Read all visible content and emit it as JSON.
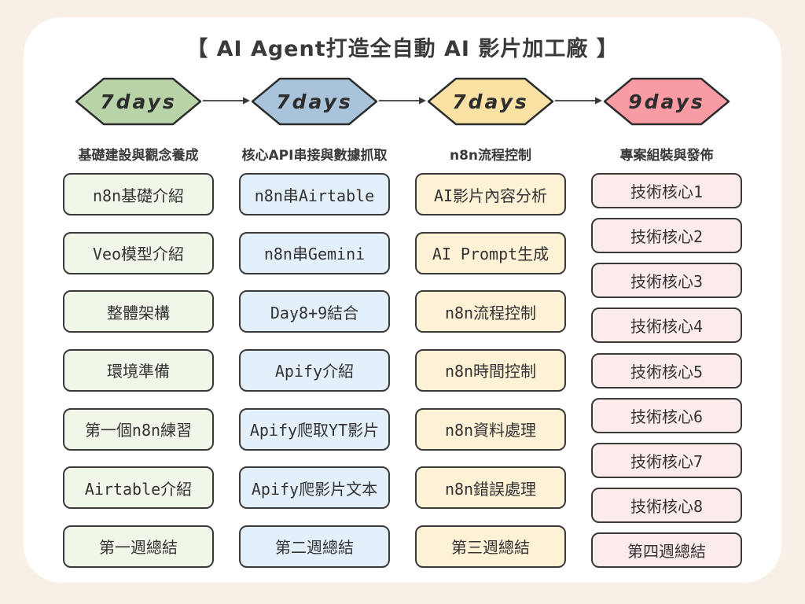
{
  "title": "【 AI Agent打造全自動 AI 影片加工廠 】",
  "colors": {
    "page_background": "#f8efe7",
    "card_background": "#ffffff",
    "outline": "#3a3a3a",
    "arrow": "#3a3a3a"
  },
  "columns": [
    {
      "duration": "7days",
      "subtitle": "基礎建設與觀念養成",
      "hex_color": "#b9d3a8",
      "box_color": "#f0f7e9",
      "items": [
        "n8n基礎介紹",
        "Veo模型介紹",
        "整體架構",
        "環境準備",
        "第一個n8n練習",
        "Airtable介紹",
        "第一週總結"
      ]
    },
    {
      "duration": "7days",
      "subtitle": "核心API串接與數據抓取",
      "hex_color": "#a9c4da",
      "box_color": "#e4f0f9",
      "items": [
        "n8n串Airtable",
        "n8n串Gemini",
        "Day8+9結合",
        "Apify介紹",
        "Apify爬取YT影片",
        "Apify爬影片文本",
        "第二週總結"
      ]
    },
    {
      "duration": "7days",
      "subtitle": "n8n流程控制",
      "hex_color": "#fae2a4",
      "box_color": "#fdf1d6",
      "items": [
        "AI影片內容分析",
        "AI Prompt生成",
        "n8n流程控制",
        "n8n時間控制",
        "n8n資料處理",
        "n8n錯誤處理",
        "第三週總結"
      ]
    },
    {
      "duration": "9days",
      "subtitle": "專案組裝與發佈",
      "hex_color": "#f89ba3",
      "box_color": "#fcebeb",
      "items": [
        "技術核心1",
        "技術核心2",
        "技術核心3",
        "技術核心4",
        "技術核心5",
        "技術核心6",
        "技術核心7",
        "技術核心8",
        "第四週總結"
      ]
    }
  ]
}
